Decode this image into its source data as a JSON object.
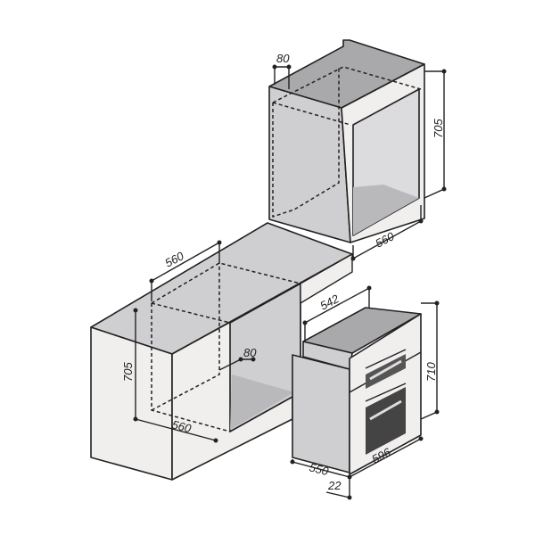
{
  "title": "Built-in oven installation dimensions",
  "colors": {
    "light_face": "#f1eeee",
    "mid_face": "#cfcfd1",
    "dark_face": "#a9a9ab",
    "line": "#222222"
  },
  "tall_unit": {
    "dims": {
      "top_gap": "80",
      "height": "705",
      "depth": "560"
    }
  },
  "base_unit": {
    "dims": {
      "depth_top": "560",
      "height": "705",
      "depth_bottom": "560",
      "gap": "80"
    }
  },
  "oven": {
    "dims": {
      "top_depth": "542",
      "height": "710",
      "width": "596",
      "body_depth": "550",
      "front_thickness": "22"
    }
  }
}
